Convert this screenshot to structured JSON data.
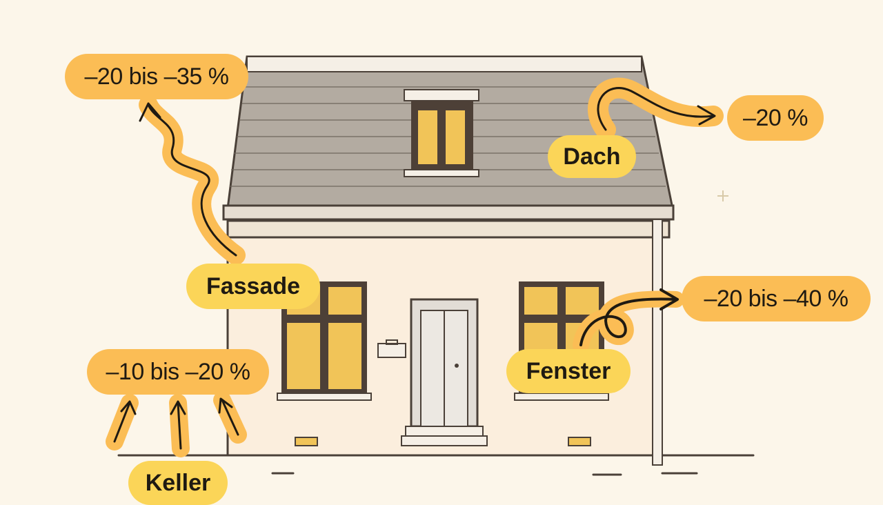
{
  "labels": {
    "dach": "Dach",
    "fassade": "Fassade",
    "fenster": "Fenster",
    "keller": "Keller"
  },
  "savings": {
    "fassade": "–20 bis –35 %",
    "dach": "–20 %",
    "fenster": "–20 bis –40 %",
    "keller": "–10 bis –20 %"
  },
  "colors": {
    "background": "#fcf6ea",
    "percent_pill": "#fbbd55",
    "label_pill": "#fbd558",
    "arrow_ink": "#1f1a12",
    "roof": "#b3aba1",
    "wall": "#fbeedd",
    "window_glass": "#f1c458"
  }
}
